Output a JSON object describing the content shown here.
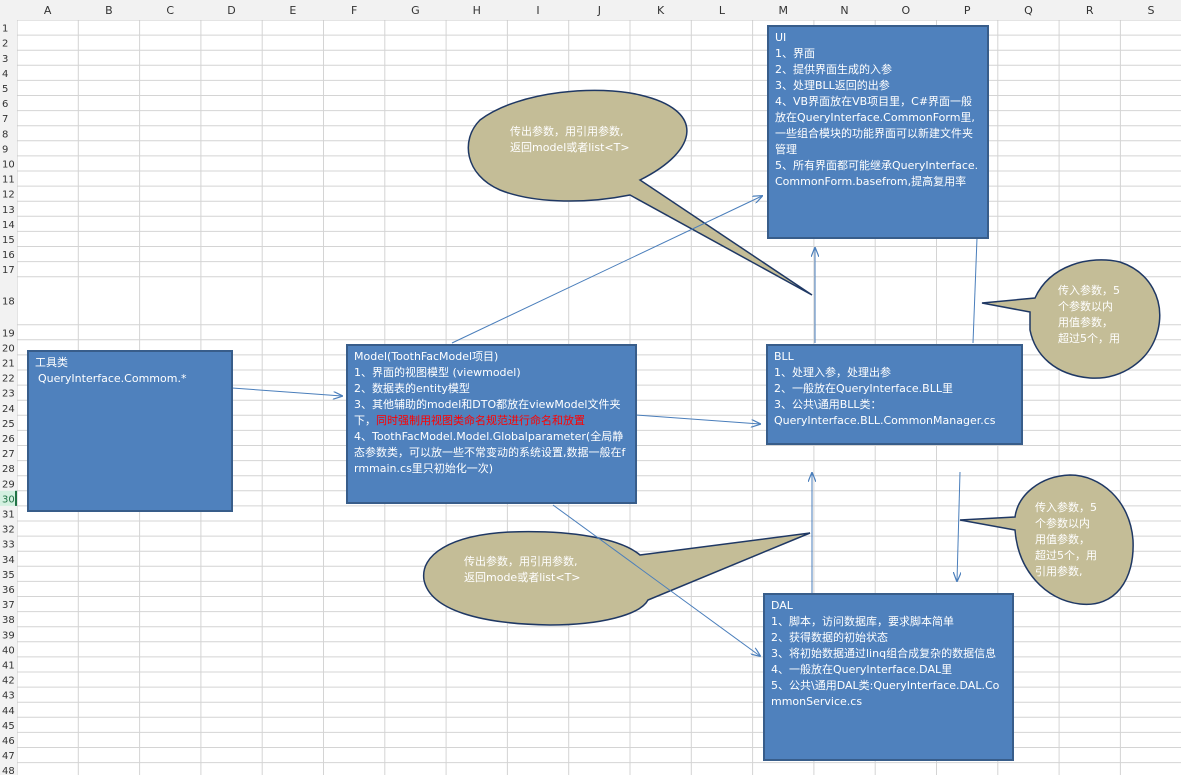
{
  "columns": [
    "A",
    "B",
    "C",
    "D",
    "E",
    "F",
    "G",
    "H",
    "I",
    "J",
    "K",
    "L",
    "M",
    "N",
    "O",
    "P",
    "Q",
    "R",
    "S"
  ],
  "rows": [
    "1",
    "2",
    "3",
    "4",
    "5",
    "6",
    "7",
    "8",
    "9",
    "10",
    "11",
    "12",
    "13",
    "14",
    "15",
    "16",
    "17",
    "18",
    "19",
    "20",
    "21",
    "22",
    "23",
    "24",
    "25",
    "26",
    "27",
    "28",
    "29",
    "30",
    "31",
    "32",
    "33",
    "34",
    "35",
    "36",
    "37",
    "38",
    "39",
    "40",
    "41",
    "42",
    "43",
    "44",
    "45",
    "46",
    "47",
    "48"
  ],
  "active_row": "30",
  "colors": {
    "box_fill": "#4f81bd",
    "box_border": "#385d8a",
    "bubble_fill": "#c4bd97",
    "bubble_border": "#1f3864",
    "arrow": "#4a7ebb",
    "header_bg": "#f2f2f2",
    "grid": "#d4d4d4",
    "active_row_header": "#217346"
  },
  "tools_box": {
    "title": "工具类",
    "line2": "QueryInterface.Commom.*"
  },
  "model_box": {
    "title": "Model(ToothFacModel项目)",
    "line1": "1、界面的视图模型 (viewmodel)",
    "line2": "2、数据表的entity模型",
    "line3a": "3、其他辅助的model和DTO都放在viewModel文件夹下，",
    "line3b": "同时强制用视图类命名规范进行命名和放置",
    "line4": "4、ToothFacModel.Model.Globalparameter(全局静态参数类，可以放一些不常变动的系统设置,数据一般在frmmain.cs里只初始化一次)"
  },
  "ui_box": {
    "title": "UI",
    "line1": "1、界面",
    "line2": "2、提供界面生成的入参",
    "line3": "3、处理BLL返回的出参",
    "line4": "4、VB界面放在VB项目里，C#界面一般放在QueryInterface.CommonForm里,一些组合模块的功能界面可以新建文件夹管理",
    "line5": "5、所有界面都可能继承QueryInterface.CommonForm.basefrom,提高复用率"
  },
  "bll_box": {
    "title": "BLL",
    "line1": "1、处理入参，处理出参",
    "line2": "2、一般放在QueryInterface.BLL里",
    "line3": "3、公共\\通用BLL类：",
    "line4": "QueryInterface.BLL.CommonManager.cs"
  },
  "dal_box": {
    "title": "DAL",
    "line1": "1、脚本，访问数据库，要求脚本简单",
    "line2": "2、获得数据的初始状态",
    "line3": "3、将初始数据通过linq组合成复杂的数据信息",
    "line4": "4、一般放在QueryInterface.DAL里",
    "line5": "5、公共\\通用DAL类:QueryInterface.DAL.CommonService.cs"
  },
  "bubble_top": {
    "line1": "传出参数，用引用参数,",
    "line2": "返回model或者list<T>"
  },
  "bubble_bottom": {
    "line1": "传出参数，用引用参数,",
    "line2": "返回mode或者list<T>"
  },
  "bubble_right_top": {
    "line1": "传入参数，5",
    "line2": "个参数以内",
    "line3": "用值参数，",
    "line4": "超过5个，用"
  },
  "bubble_right_bottom": {
    "line1": "传入参数，5",
    "line2": "个参数以内",
    "line3": "用值参数，",
    "line4": "超过5个，用",
    "line5": "引用参数,"
  }
}
